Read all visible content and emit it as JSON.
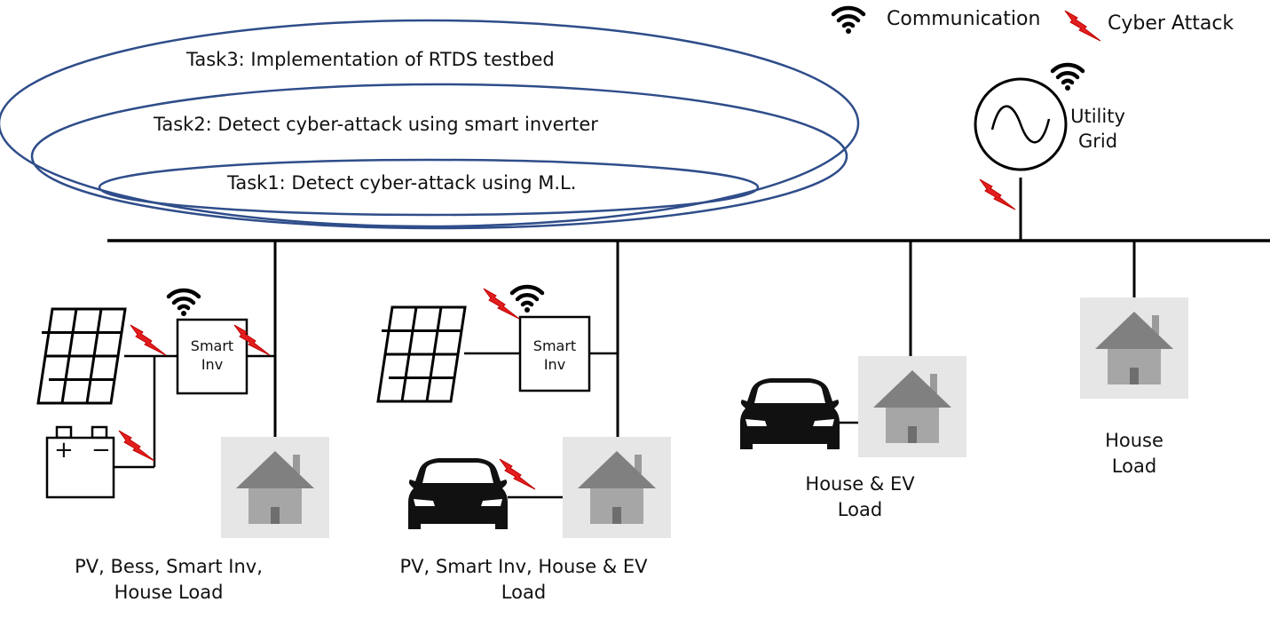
{
  "legend": {
    "communication_label": "Communication",
    "attack_label": "Cyber Attack",
    "communication_icon": "wifi-icon",
    "attack_icon": "lightning-bolt-icon",
    "attack_color": "#e21e1e"
  },
  "tasks": {
    "task3": "Task3: Implementation of RTDS testbed",
    "task2": "Task2: Detect cyber-attack using smart inverter",
    "task1": "Task1: Detect cyber-attack using M.L.",
    "ellipse_color": "#2f4d8a"
  },
  "utility_grid": {
    "line1": "Utility",
    "line2": "Grid"
  },
  "smart_inverter_1": {
    "line1": "Smart",
    "line2": "Inv"
  },
  "smart_inverter_2": {
    "line1": "Smart",
    "line2": "Inv"
  },
  "nodes": [
    {
      "label_line1": "PV, Bess, Smart Inv,",
      "label_line2": "House Load"
    },
    {
      "label_line1": "PV, Smart Inv, House & EV",
      "label_line2": "Load"
    },
    {
      "label_line1": "House & EV",
      "label_line2": "Load"
    },
    {
      "label_line1": "House",
      "label_line2": "Load"
    }
  ],
  "battery": {
    "plus": "+",
    "minus": "−"
  }
}
